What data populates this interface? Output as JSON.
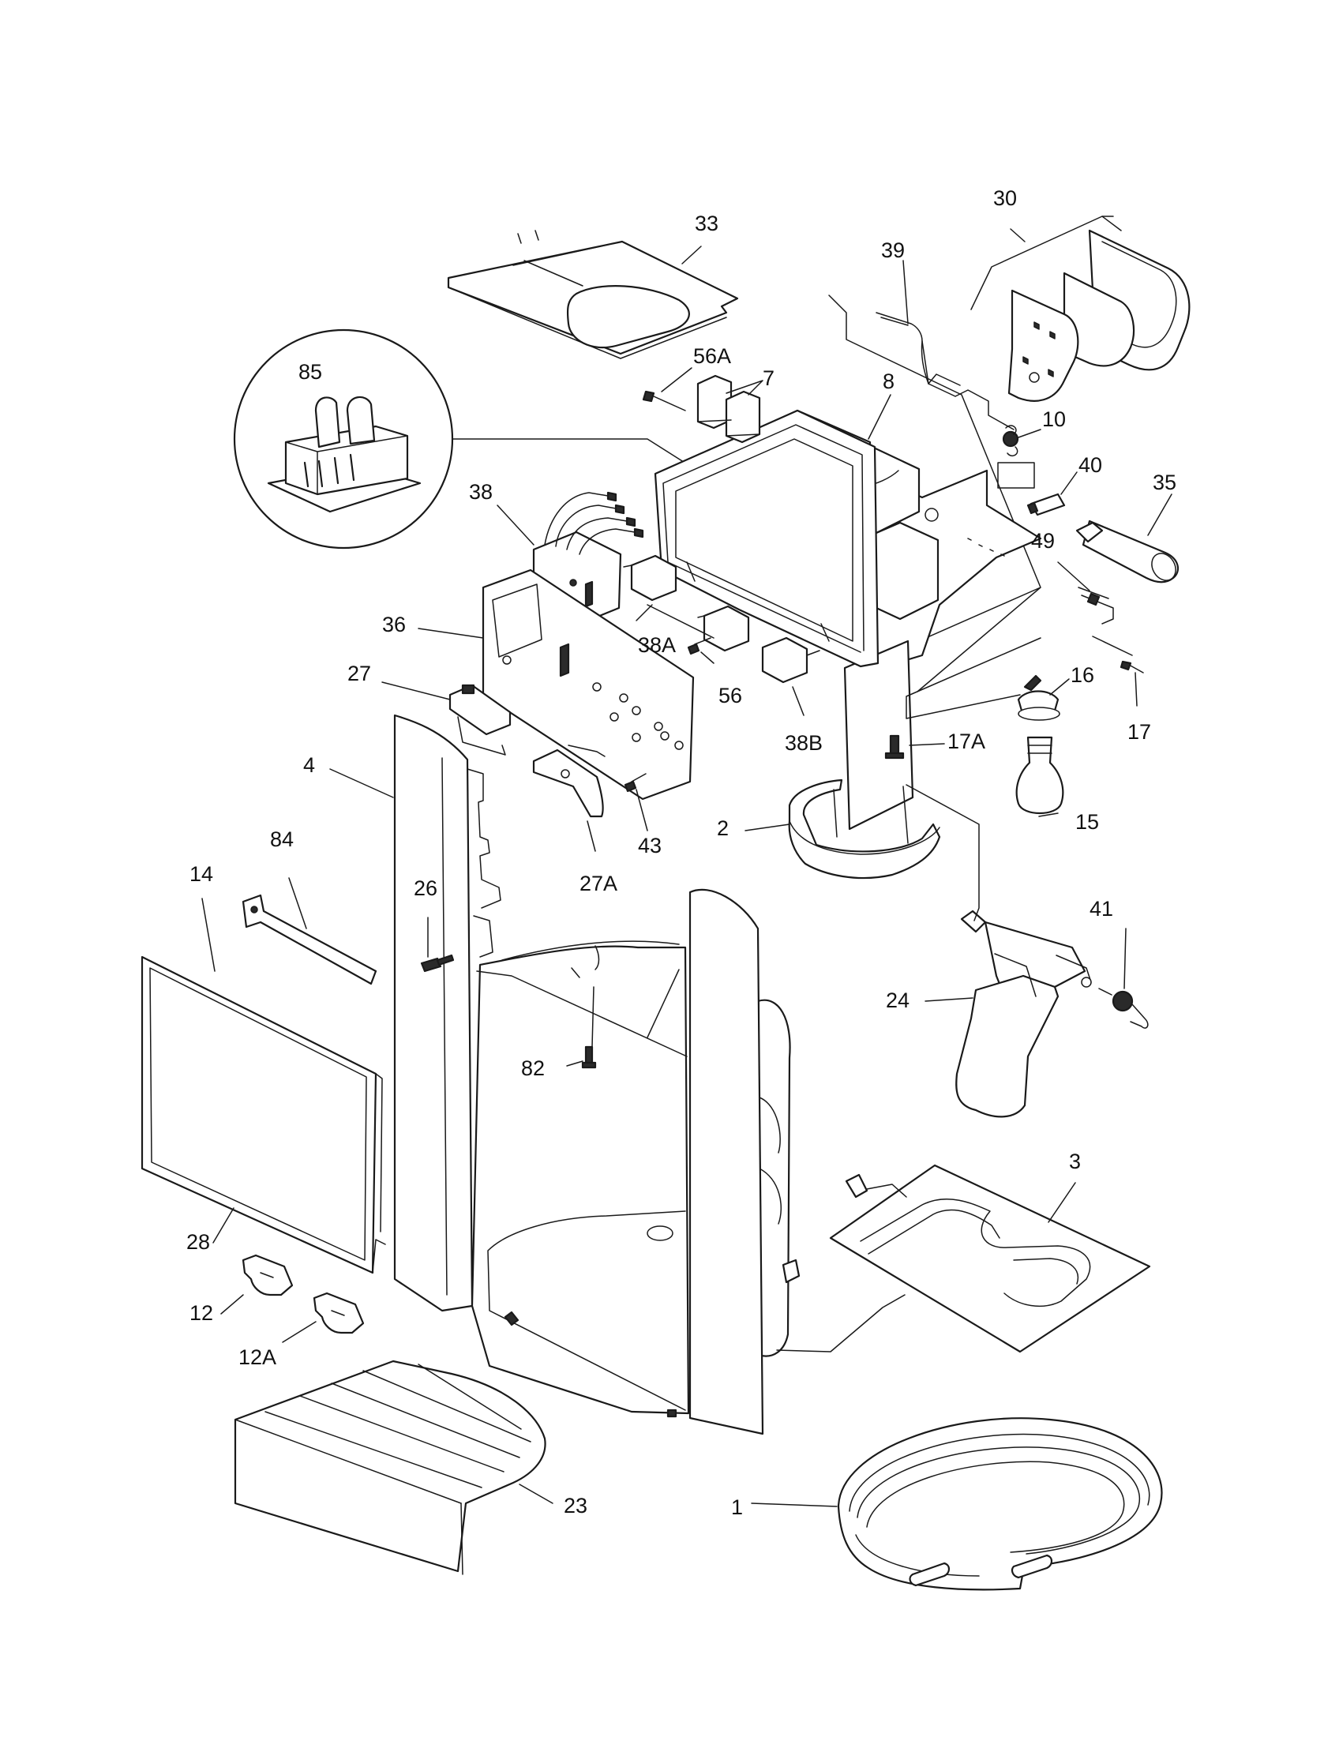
{
  "parts": [
    {
      "id": "1",
      "label": "1"
    },
    {
      "id": "2",
      "label": "2"
    },
    {
      "id": "3",
      "label": "3"
    },
    {
      "id": "4",
      "label": "4"
    },
    {
      "id": "7",
      "label": "7"
    },
    {
      "id": "8",
      "label": "8"
    },
    {
      "id": "10",
      "label": "10"
    },
    {
      "id": "12",
      "label": "12"
    },
    {
      "id": "12A",
      "label": "12A"
    },
    {
      "id": "14",
      "label": "14"
    },
    {
      "id": "15",
      "label": "15"
    },
    {
      "id": "16",
      "label": "16"
    },
    {
      "id": "17",
      "label": "17"
    },
    {
      "id": "17A",
      "label": "17A"
    },
    {
      "id": "23",
      "label": "23"
    },
    {
      "id": "24",
      "label": "24"
    },
    {
      "id": "26",
      "label": "26"
    },
    {
      "id": "27",
      "label": "27"
    },
    {
      "id": "27A",
      "label": "27A"
    },
    {
      "id": "28",
      "label": "28"
    },
    {
      "id": "30",
      "label": "30"
    },
    {
      "id": "33",
      "label": "33"
    },
    {
      "id": "35",
      "label": "35"
    },
    {
      "id": "36",
      "label": "36"
    },
    {
      "id": "38",
      "label": "38"
    },
    {
      "id": "38A",
      "label": "38A"
    },
    {
      "id": "38B",
      "label": "38B"
    },
    {
      "id": "39",
      "label": "39"
    },
    {
      "id": "40",
      "label": "40"
    },
    {
      "id": "41",
      "label": "41"
    },
    {
      "id": "43",
      "label": "43"
    },
    {
      "id": "49",
      "label": "49"
    },
    {
      "id": "56",
      "label": "56"
    },
    {
      "id": "56A",
      "label": "56A"
    },
    {
      "id": "82",
      "label": "82"
    },
    {
      "id": "84",
      "label": "84"
    },
    {
      "id": "85",
      "label": "85"
    }
  ]
}
